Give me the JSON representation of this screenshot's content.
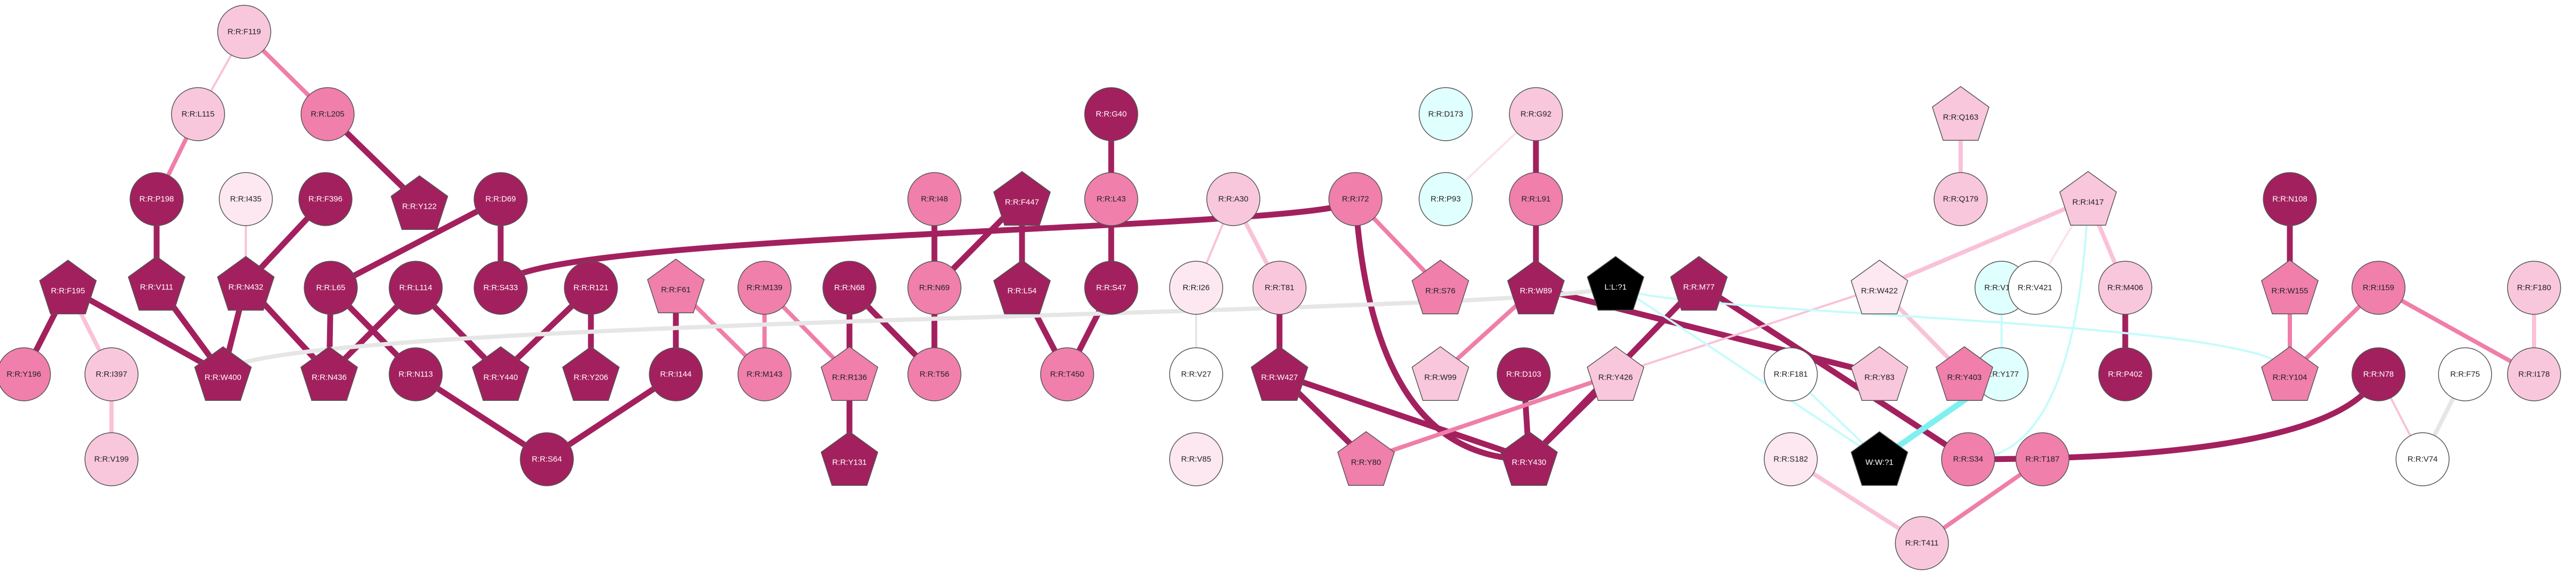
{
  "colors": {
    "dark": "#a3205e",
    "medium": "#f07fab",
    "light": "#f9c7dc",
    "pale": "#fde8f1",
    "white": "#ffffff",
    "cyan": "#e0ffff",
    "black": "#000000",
    "stroke": "#555555",
    "edge_dark": "#a3205e",
    "edge_medium": "#ef7ea8",
    "edge_light": "#f9c2d8",
    "edge_grey": "#e6e6e6",
    "edge_cyan": "#c6fbfb",
    "edge_cyan_strong": "#7ff0f0"
  },
  "nodes": [
    {
      "id": "F119",
      "label": "R:R:F119",
      "shape": "circle",
      "fill": "light"
    },
    {
      "id": "L115",
      "label": "R:R:L115",
      "shape": "circle",
      "fill": "light"
    },
    {
      "id": "L205",
      "label": "R:R:L205",
      "shape": "circle",
      "fill": "medium"
    },
    {
      "id": "P198",
      "label": "R:R:P198",
      "shape": "circle",
      "fill": "dark"
    },
    {
      "id": "Y122",
      "label": "R:R:Y122",
      "shape": "pentagon",
      "fill": "dark"
    },
    {
      "id": "I435",
      "label": "R:R:I435",
      "shape": "circle",
      "fill": "pale"
    },
    {
      "id": "F396",
      "label": "R:R:F396",
      "shape": "circle",
      "fill": "dark"
    },
    {
      "id": "D69",
      "label": "R:R:D69",
      "shape": "circle",
      "fill": "dark"
    },
    {
      "id": "F195",
      "label": "R:R:F195",
      "shape": "pentagon",
      "fill": "dark"
    },
    {
      "id": "V111",
      "label": "R:R:V111",
      "shape": "pentagon",
      "fill": "dark"
    },
    {
      "id": "N432",
      "label": "R:R:N432",
      "shape": "pentagon",
      "fill": "dark"
    },
    {
      "id": "L65",
      "label": "R:R:L65",
      "shape": "circle",
      "fill": "dark"
    },
    {
      "id": "L114",
      "label": "R:R:L114",
      "shape": "circle",
      "fill": "dark"
    },
    {
      "id": "S433",
      "label": "R:R:S433",
      "shape": "circle",
      "fill": "dark"
    },
    {
      "id": "R121",
      "label": "R:R:R121",
      "shape": "circle",
      "fill": "dark"
    },
    {
      "id": "Y196",
      "label": "R:R:Y196",
      "shape": "circle",
      "fill": "medium"
    },
    {
      "id": "I397",
      "label": "R:R:I397",
      "shape": "circle",
      "fill": "light"
    },
    {
      "id": "W400",
      "label": "R:R:W400",
      "shape": "pentagon",
      "fill": "dark"
    },
    {
      "id": "N436",
      "label": "R:R:N436",
      "shape": "pentagon",
      "fill": "dark"
    },
    {
      "id": "N113",
      "label": "R:R:N113",
      "shape": "circle",
      "fill": "dark"
    },
    {
      "id": "Y440",
      "label": "R:R:Y440",
      "shape": "pentagon",
      "fill": "dark"
    },
    {
      "id": "Y206",
      "label": "R:R:Y206",
      "shape": "pentagon",
      "fill": "dark"
    },
    {
      "id": "V199",
      "label": "R:R:V199",
      "shape": "circle",
      "fill": "light"
    },
    {
      "id": "F61",
      "label": "R:R:F61",
      "shape": "pentagon",
      "fill": "medium"
    },
    {
      "id": "M139",
      "label": "R:R:M139",
      "shape": "circle",
      "fill": "medium"
    },
    {
      "id": "N68",
      "label": "R:R:N68",
      "shape": "circle",
      "fill": "dark"
    },
    {
      "id": "I144",
      "label": "R:R:I144",
      "shape": "circle",
      "fill": "dark"
    },
    {
      "id": "M143",
      "label": "R:R:M143",
      "shape": "circle",
      "fill": "medium"
    },
    {
      "id": "R136",
      "label": "R:R:R136",
      "shape": "pentagon",
      "fill": "medium"
    },
    {
      "id": "S64",
      "label": "R:R:S64",
      "shape": "circle",
      "fill": "dark"
    },
    {
      "id": "Y131",
      "label": "R:R:Y131",
      "shape": "pentagon",
      "fill": "dark"
    },
    {
      "id": "I48",
      "label": "R:R:I48",
      "shape": "circle",
      "fill": "medium"
    },
    {
      "id": "F447",
      "label": "R:R:F447",
      "shape": "pentagon",
      "fill": "dark"
    },
    {
      "id": "G40",
      "label": "R:R:G40",
      "shape": "circle",
      "fill": "dark"
    },
    {
      "id": "L43",
      "label": "R:R:L43",
      "shape": "circle",
      "fill": "medium"
    },
    {
      "id": "N69",
      "label": "R:R:N69",
      "shape": "circle",
      "fill": "medium"
    },
    {
      "id": "L54",
      "label": "R:R:L54",
      "shape": "pentagon",
      "fill": "dark"
    },
    {
      "id": "S47",
      "label": "R:R:S47",
      "shape": "circle",
      "fill": "dark"
    },
    {
      "id": "T56",
      "label": "R:R:T56",
      "shape": "circle",
      "fill": "medium"
    },
    {
      "id": "T450",
      "label": "R:R:T450",
      "shape": "circle",
      "fill": "medium"
    },
    {
      "id": "A30",
      "label": "R:R:A30",
      "shape": "circle",
      "fill": "light"
    },
    {
      "id": "I26",
      "label": "R:R:I26",
      "shape": "circle",
      "fill": "pale"
    },
    {
      "id": "T81",
      "label": "R:R:T81",
      "shape": "circle",
      "fill": "light"
    },
    {
      "id": "V27",
      "label": "R:R:V27",
      "shape": "circle",
      "fill": "white"
    },
    {
      "id": "V85",
      "label": "R:R:V85",
      "shape": "circle",
      "fill": "pale"
    },
    {
      "id": "W427",
      "label": "R:R:W427",
      "shape": "pentagon",
      "fill": "dark"
    },
    {
      "id": "I72",
      "label": "R:R:I72",
      "shape": "circle",
      "fill": "medium"
    },
    {
      "id": "S76",
      "label": "R:R:S76",
      "shape": "pentagon",
      "fill": "medium"
    },
    {
      "id": "Y80",
      "label": "R:R:Y80",
      "shape": "pentagon",
      "fill": "medium"
    },
    {
      "id": "D173",
      "label": "R:R:D173",
      "shape": "circle",
      "fill": "cyan"
    },
    {
      "id": "P93",
      "label": "R:R:P93",
      "shape": "circle",
      "fill": "cyan"
    },
    {
      "id": "G92",
      "label": "R:R:G92",
      "shape": "circle",
      "fill": "light"
    },
    {
      "id": "L91",
      "label": "R:R:L91",
      "shape": "circle",
      "fill": "medium"
    },
    {
      "id": "W89",
      "label": "R:R:W89",
      "shape": "pentagon",
      "fill": "dark"
    },
    {
      "id": "W99",
      "label": "R:R:W99",
      "shape": "pentagon",
      "fill": "light"
    },
    {
      "id": "D103",
      "label": "R:R:D103",
      "shape": "circle",
      "fill": "dark"
    },
    {
      "id": "Y430",
      "label": "R:R:Y430",
      "shape": "pentagon",
      "fill": "dark"
    },
    {
      "id": "L71",
      "label": "L:L:?1",
      "shape": "pentagon",
      "fill": "black"
    },
    {
      "id": "Y426",
      "label": "R:R:Y426",
      "shape": "pentagon",
      "fill": "light"
    },
    {
      "id": "M77",
      "label": "R:R:M77",
      "shape": "pentagon",
      "fill": "dark"
    },
    {
      "id": "F181",
      "label": "R:R:F181",
      "shape": "circle",
      "fill": "white"
    },
    {
      "id": "S182",
      "label": "R:R:S182",
      "shape": "circle",
      "fill": "pale"
    },
    {
      "id": "Y83",
      "label": "R:R:Y83",
      "shape": "pentagon",
      "fill": "light"
    },
    {
      "id": "WW1",
      "label": "W:W:?1",
      "shape": "pentagon",
      "fill": "black"
    },
    {
      "id": "Y177",
      "label": "R:R:Y177",
      "shape": "circle",
      "fill": "cyan"
    },
    {
      "id": "V171",
      "label": "R:R:V171",
      "shape": "circle",
      "fill": "cyan"
    },
    {
      "id": "W422",
      "label": "R:R:W422",
      "shape": "pentagon",
      "fill": "pale"
    },
    {
      "id": "Y403",
      "label": "R:R:Y403",
      "shape": "pentagon",
      "fill": "medium"
    },
    {
      "id": "S34",
      "label": "R:R:S34",
      "shape": "circle",
      "fill": "medium"
    },
    {
      "id": "T187",
      "label": "R:R:T187",
      "shape": "circle",
      "fill": "medium"
    },
    {
      "id": "T411",
      "label": "R:R:T411",
      "shape": "circle",
      "fill": "light"
    },
    {
      "id": "Q163",
      "label": "R:R:Q163",
      "shape": "pentagon",
      "fill": "light"
    },
    {
      "id": "Q179",
      "label": "R:R:Q179",
      "shape": "circle",
      "fill": "light"
    },
    {
      "id": "I417",
      "label": "R:R:I417",
      "shape": "pentagon",
      "fill": "light"
    },
    {
      "id": "V421",
      "label": "R:R:V421",
      "shape": "circle",
      "fill": "white"
    },
    {
      "id": "M406",
      "label": "R:R:M406",
      "shape": "circle",
      "fill": "light"
    },
    {
      "id": "P402",
      "label": "R:R:P402",
      "shape": "circle",
      "fill": "dark"
    },
    {
      "id": "N108",
      "label": "R:R:N108",
      "shape": "circle",
      "fill": "dark"
    },
    {
      "id": "W155",
      "label": "R:R:W155",
      "shape": "pentagon",
      "fill": "medium"
    },
    {
      "id": "Y104",
      "label": "R:R:Y104",
      "shape": "pentagon",
      "fill": "medium"
    },
    {
      "id": "I159",
      "label": "R:R:I159",
      "shape": "circle",
      "fill": "medium"
    },
    {
      "id": "N78",
      "label": "R:R:N78",
      "shape": "circle",
      "fill": "dark"
    },
    {
      "id": "F75",
      "label": "R:R:F75",
      "shape": "circle",
      "fill": "white"
    },
    {
      "id": "V74",
      "label": "R:R:V74",
      "shape": "circle",
      "fill": "white"
    },
    {
      "id": "F180",
      "label": "R:R:F180",
      "shape": "circle",
      "fill": "light"
    },
    {
      "id": "I178",
      "label": "R:R:I178",
      "shape": "circle",
      "fill": "light"
    }
  ],
  "edges": [
    {
      "source": "F119",
      "target": "L115",
      "tone": "edge_light",
      "weight": "thin"
    },
    {
      "source": "F119",
      "target": "L205",
      "tone": "edge_medium",
      "weight": "medium"
    },
    {
      "source": "L115",
      "target": "P198",
      "tone": "edge_medium",
      "weight": "medium"
    },
    {
      "source": "L205",
      "target": "Y122",
      "tone": "edge_dark",
      "weight": "thick"
    },
    {
      "source": "P198",
      "target": "V111",
      "tone": "edge_dark",
      "weight": "thick"
    },
    {
      "source": "I435",
      "target": "N432",
      "tone": "edge_light",
      "weight": "thin"
    },
    {
      "source": "F396",
      "target": "N432",
      "tone": "edge_dark",
      "weight": "thick"
    },
    {
      "source": "F195",
      "target": "Y196",
      "tone": "edge_dark",
      "weight": "thick"
    },
    {
      "source": "F195",
      "target": "I397",
      "tone": "edge_light",
      "weight": "medium"
    },
    {
      "source": "F195",
      "target": "W400",
      "tone": "edge_dark",
      "weight": "thick"
    },
    {
      "source": "I397",
      "target": "V199",
      "tone": "edge_light",
      "weight": "medium"
    },
    {
      "source": "V111",
      "target": "W400",
      "tone": "edge_dark",
      "weight": "thick"
    },
    {
      "source": "N432",
      "target": "W400",
      "tone": "edge_dark",
      "weight": "thick"
    },
    {
      "source": "N432",
      "target": "N436",
      "tone": "edge_dark",
      "weight": "thick"
    },
    {
      "source": "D69",
      "target": "L65",
      "tone": "edge_dark",
      "weight": "thick"
    },
    {
      "source": "D69",
      "target": "S433",
      "tone": "edge_dark",
      "weight": "thick"
    },
    {
      "source": "L65",
      "target": "N436",
      "tone": "edge_dark",
      "weight": "thick"
    },
    {
      "source": "L65",
      "target": "N113",
      "tone": "edge_dark",
      "weight": "thick"
    },
    {
      "source": "L114",
      "target": "N436",
      "tone": "edge_dark",
      "weight": "thick"
    },
    {
      "source": "L114",
      "target": "Y440",
      "tone": "edge_dark",
      "weight": "thick"
    },
    {
      "source": "R121",
      "target": "Y440",
      "tone": "edge_dark",
      "weight": "thick"
    },
    {
      "source": "R121",
      "target": "Y206",
      "tone": "edge_dark",
      "weight": "thick"
    },
    {
      "source": "N113",
      "target": "S64",
      "tone": "edge_dark",
      "weight": "thick"
    },
    {
      "source": "I144",
      "target": "S64",
      "tone": "edge_dark",
      "weight": "thick"
    },
    {
      "source": "F61",
      "target": "I144",
      "tone": "edge_dark",
      "weight": "thick"
    },
    {
      "source": "F61",
      "target": "M143",
      "tone": "edge_medium",
      "weight": "medium"
    },
    {
      "source": "M139",
      "target": "M143",
      "tone": "edge_medium",
      "weight": "medium"
    },
    {
      "source": "M139",
      "target": "R136",
      "tone": "edge_medium",
      "weight": "medium"
    },
    {
      "source": "N68",
      "target": "R136",
      "tone": "edge_dark",
      "weight": "thick"
    },
    {
      "source": "N68",
      "target": "T56",
      "tone": "edge_dark",
      "weight": "thick"
    },
    {
      "source": "R136",
      "target": "Y131",
      "tone": "edge_dark",
      "weight": "thick"
    },
    {
      "source": "I48",
      "target": "N69",
      "tone": "edge_dark",
      "weight": "thick"
    },
    {
      "source": "F447",
      "target": "N69",
      "tone": "edge_dark",
      "weight": "thick"
    },
    {
      "source": "F447",
      "target": "L54",
      "tone": "edge_dark",
      "weight": "thick"
    },
    {
      "source": "N69",
      "target": "T56",
      "tone": "edge_dark",
      "weight": "thick"
    },
    {
      "source": "L54",
      "target": "T450",
      "tone": "edge_dark",
      "weight": "thick"
    },
    {
      "source": "G40",
      "target": "L43",
      "tone": "edge_dark",
      "weight": "thick"
    },
    {
      "source": "L43",
      "target": "S47",
      "tone": "edge_dark",
      "weight": "thick"
    },
    {
      "source": "S47",
      "target": "T450",
      "tone": "edge_dark",
      "weight": "thick"
    },
    {
      "source": "A30",
      "target": "I26",
      "tone": "edge_light",
      "weight": "thin"
    },
    {
      "source": "A30",
      "target": "T81",
      "tone": "edge_light",
      "weight": "medium"
    },
    {
      "source": "I26",
      "target": "V27",
      "tone": "edge_grey",
      "weight": "thin"
    },
    {
      "source": "T81",
      "target": "W427",
      "tone": "edge_dark",
      "weight": "thick"
    },
    {
      "source": "W427",
      "target": "Y80",
      "tone": "edge_dark",
      "weight": "thick"
    },
    {
      "source": "W427",
      "target": "Y430",
      "tone": "edge_dark",
      "weight": "thick"
    },
    {
      "source": "I72",
      "target": "S433",
      "tone": "edge_dark",
      "weight": "thick",
      "curve": "over"
    },
    {
      "source": "I72",
      "target": "S76",
      "tone": "edge_medium",
      "weight": "medium"
    },
    {
      "source": "I72",
      "target": "Y430",
      "tone": "edge_dark",
      "weight": "thick",
      "curve": "down"
    },
    {
      "source": "G92",
      "target": "P93",
      "tone": "edge_pale_link",
      "weight": "thin"
    },
    {
      "source": "G92",
      "target": "L91",
      "tone": "edge_dark",
      "weight": "thick"
    },
    {
      "source": "L91",
      "target": "W89",
      "tone": "edge_dark",
      "weight": "thick"
    },
    {
      "source": "W89",
      "target": "W99",
      "tone": "edge_medium",
      "weight": "medium"
    },
    {
      "source": "W89",
      "target": "Y83",
      "tone": "edge_dark",
      "weight": "thick"
    },
    {
      "source": "D103",
      "target": "Y430",
      "tone": "edge_dark",
      "weight": "thick"
    },
    {
      "source": "Y426",
      "target": "Y430",
      "tone": "edge_dark",
      "weight": "thick"
    },
    {
      "source": "Y426",
      "target": "Y80",
      "tone": "edge_medium",
      "weight": "medium"
    },
    {
      "source": "M77",
      "target": "Y430",
      "tone": "edge_dark",
      "weight": "thick"
    },
    {
      "source": "M77",
      "target": "S34",
      "tone": "edge_dark",
      "weight": "thick"
    },
    {
      "source": "F181",
      "target": "WW1",
      "tone": "edge_cyan",
      "weight": "thin"
    },
    {
      "source": "S182",
      "target": "T411",
      "tone": "edge_light",
      "weight": "medium"
    },
    {
      "source": "Y177",
      "target": "WW1",
      "tone": "edge_cyan_strong",
      "weight": "thick"
    },
    {
      "source": "V171",
      "target": "Y177",
      "tone": "edge_cyan",
      "weight": "thin"
    },
    {
      "source": "W422",
      "target": "Y403",
      "tone": "edge_light",
      "weight": "medium"
    },
    {
      "source": "W422",
      "target": "Y426",
      "tone": "edge_light",
      "weight": "thin"
    },
    {
      "source": "I417",
      "target": "W422",
      "tone": "edge_light",
      "weight": "medium"
    },
    {
      "source": "I417",
      "target": "M406",
      "tone": "edge_light",
      "weight": "medium"
    },
    {
      "source": "I417",
      "target": "V421",
      "tone": "edge_pale_link",
      "weight": "thin"
    },
    {
      "source": "I417",
      "target": "S34",
      "tone": "edge_cyan",
      "weight": "thin",
      "curve": "down"
    },
    {
      "source": "M406",
      "target": "P402",
      "tone": "edge_dark",
      "weight": "thick"
    },
    {
      "source": "Q163",
      "target": "Q179",
      "tone": "edge_light",
      "weight": "medium"
    },
    {
      "source": "N78",
      "target": "S34",
      "tone": "edge_dark",
      "weight": "thick",
      "curve": "down"
    },
    {
      "source": "T187",
      "target": "T411",
      "tone": "edge_medium",
      "weight": "medium"
    },
    {
      "source": "N108",
      "target": "W155",
      "tone": "edge_dark",
      "weight": "thick"
    },
    {
      "source": "W155",
      "target": "Y104",
      "tone": "edge_medium",
      "weight": "medium"
    },
    {
      "source": "I159",
      "target": "Y104",
      "tone": "edge_medium",
      "weight": "medium"
    },
    {
      "source": "I159",
      "target": "I178",
      "tone": "edge_medium",
      "weight": "medium"
    },
    {
      "source": "F180",
      "target": "I178",
      "tone": "edge_light",
      "weight": "medium"
    },
    {
      "source": "F75",
      "target": "V74",
      "tone": "edge_grey",
      "weight": "medium"
    },
    {
      "source": "N78",
      "target": "V74",
      "tone": "edge_light",
      "weight": "thin"
    },
    {
      "source": "L71",
      "target": "Y104",
      "tone": "edge_cyan",
      "weight": "thin",
      "curve": "over"
    },
    {
      "source": "W400",
      "target": "L71",
      "tone": "edge_grey",
      "weight": "medium",
      "curve": "over"
    },
    {
      "source": "L71",
      "target": "WW1",
      "tone": "edge_cyan",
      "weight": "thin"
    }
  ]
}
